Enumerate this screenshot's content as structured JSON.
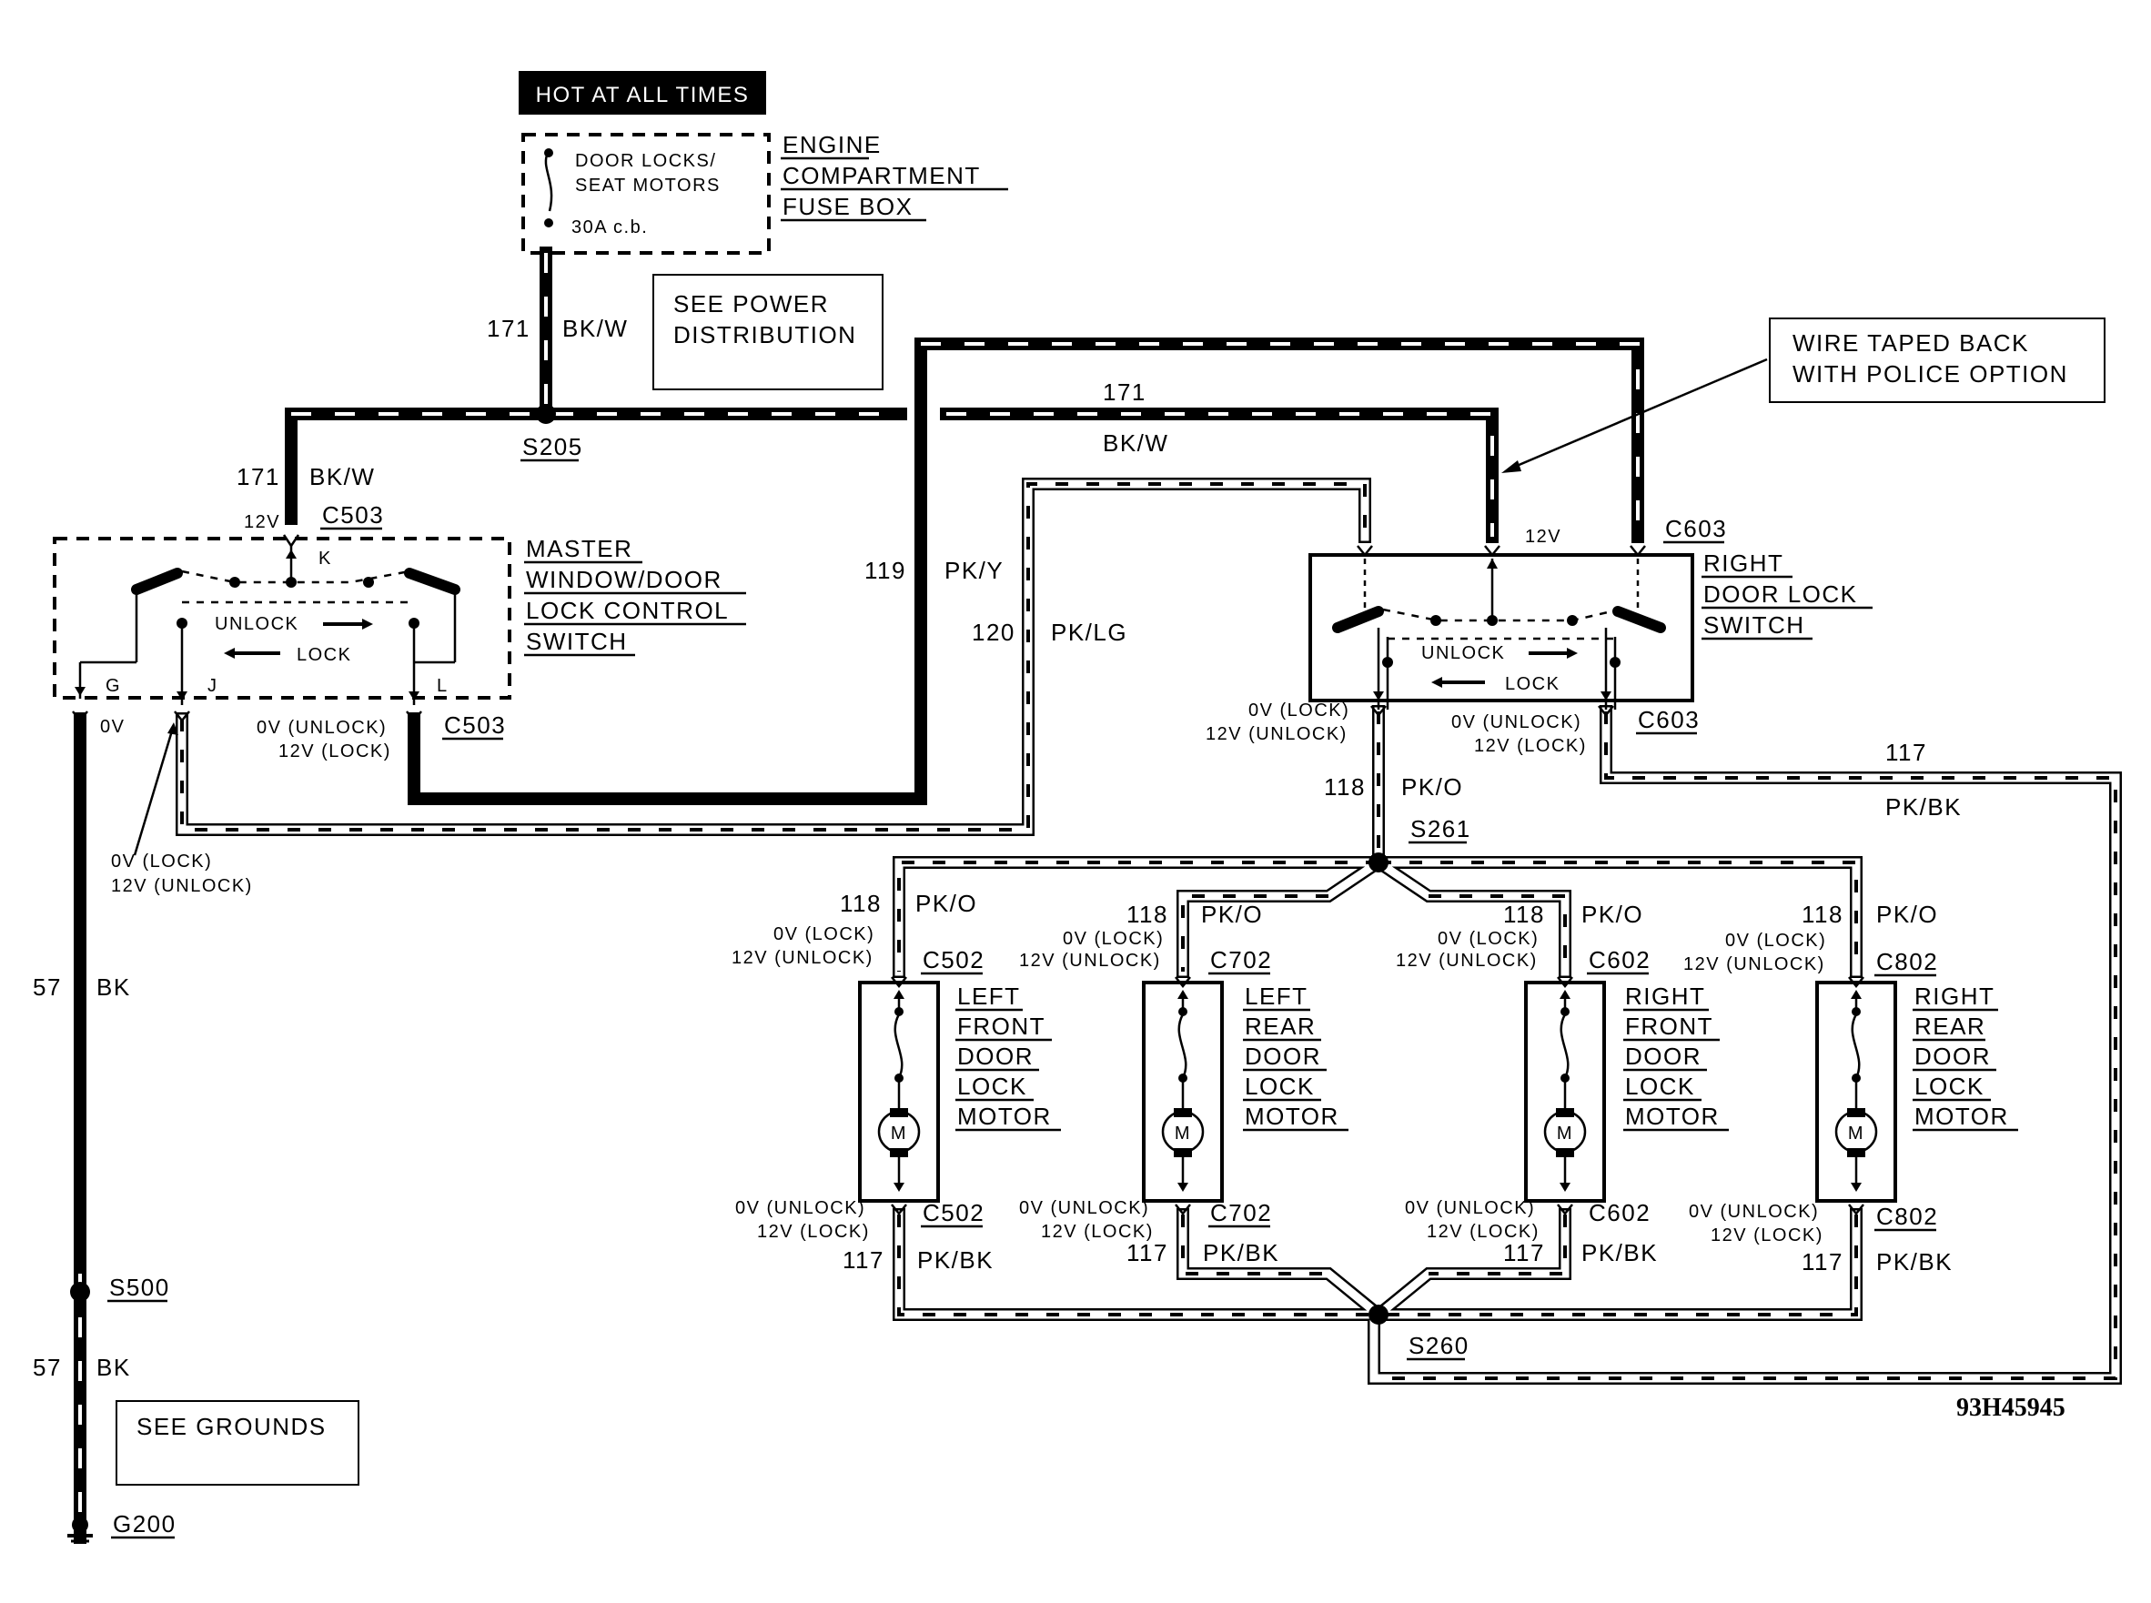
{
  "hot_label": "HOT AT ALL TIMES",
  "fuse": {
    "line1": "DOOR LOCKS/",
    "line2": "SEAT MOTORS",
    "rating": "30A c.b.",
    "box_title": [
      "ENGINE",
      "COMPARTMENT",
      "FUSE BOX"
    ]
  },
  "see_power": [
    "SEE POWER",
    "DISTRIBUTION"
  ],
  "see_grounds": "SEE GROUNDS",
  "wire_note": [
    "WIRE TAPED BACK",
    "WITH POLICE OPTION"
  ],
  "diagram_id": "93H45945",
  "splices": {
    "s205": "S205",
    "s261": "S261",
    "s260": "S260",
    "s500": "S500",
    "g200": "G200"
  },
  "wires": {
    "c171": "171",
    "bkw": "BK/W",
    "c119": "119",
    "pky": "PK/Y",
    "c120": "120",
    "pklg": "PK/LG",
    "c118": "118",
    "pko": "PK/O",
    "c117": "117",
    "pkbk": "PK/BK",
    "c57": "57",
    "bk": "BK"
  },
  "voltages": {
    "v12": "12V",
    "v0": "0V",
    "lock0": "0V (LOCK)",
    "unlock12": "12V (UNLOCK)",
    "unlock0": "0V (UNLOCK)",
    "lock12": "12V (LOCK)"
  },
  "master_switch": {
    "title": [
      "MASTER",
      "WINDOW/DOOR",
      "LOCK CONTROL",
      "SWITCH"
    ],
    "connector": "C503",
    "pins": [
      "K",
      "G",
      "J",
      "L"
    ],
    "unlock": "UNLOCK",
    "lock": "LOCK"
  },
  "right_switch": {
    "title": [
      "RIGHT",
      "DOOR LOCK",
      "SWITCH"
    ],
    "connector": "C603",
    "unlock": "UNLOCK",
    "lock": "LOCK"
  },
  "motors": [
    {
      "connector": "C502",
      "title": [
        "LEFT",
        "FRONT",
        "DOOR",
        "LOCK",
        "MOTOR"
      ]
    },
    {
      "connector": "C702",
      "title": [
        "LEFT",
        "REAR",
        "DOOR",
        "LOCK",
        "MOTOR"
      ]
    },
    {
      "connector": "C602",
      "title": [
        "RIGHT",
        "FRONT",
        "DOOR",
        "LOCK",
        "MOTOR"
      ]
    },
    {
      "connector": "C802",
      "title": [
        "RIGHT",
        "REAR",
        "DOOR",
        "LOCK",
        "MOTOR"
      ]
    }
  ],
  "motor_symbol": "M"
}
